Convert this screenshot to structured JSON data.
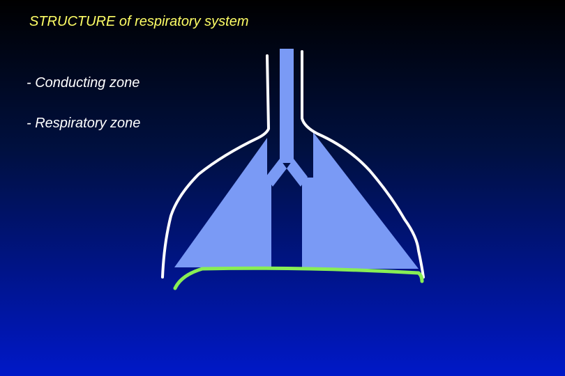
{
  "slide": {
    "title": "STRUCTURE of respiratory system"
  },
  "bullets": [
    "- Conducting zone",
    "- Respiratory zone"
  ],
  "colors": {
    "airway_fill": "#7a9af5",
    "pleura_outline": "#ffffff",
    "diaphragm": "#88ee55",
    "title_text": "#ffff66",
    "body_text": "#ffffff"
  }
}
